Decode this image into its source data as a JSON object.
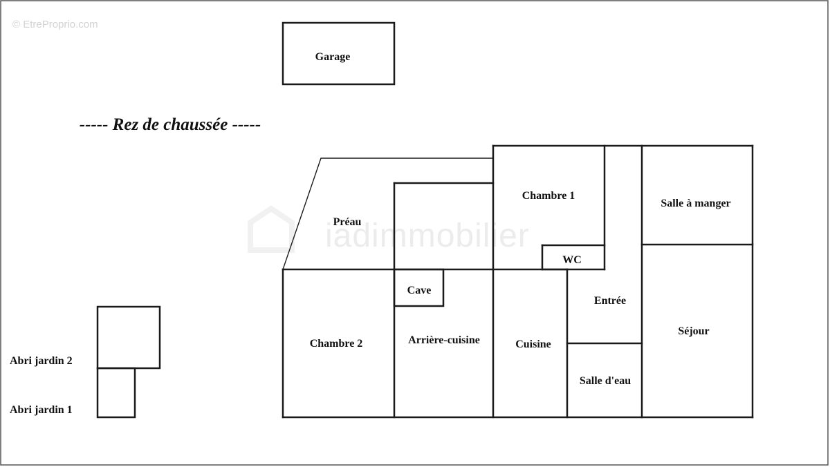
{
  "copyright": "© EtreProprio.com",
  "watermark": "iadimmobilier",
  "title": "----- Rez de chaussée -----",
  "rooms": {
    "garage": "Garage",
    "preau": "Préau",
    "chambre1": "Chambre 1",
    "salle_a_manger": "Salle à manger",
    "wc": "WC",
    "cave": "Cave",
    "entree": "Entrée",
    "sejour": "Séjour",
    "chambre2": "Chambre 2",
    "arriere_cuisine": "Arrière-cuisine",
    "cuisine": "Cuisine",
    "salle_deau": "Salle d'eau",
    "abri_jardin_2": "Abri jardin 2",
    "abri_jardin_1": "Abri jardin 1"
  }
}
